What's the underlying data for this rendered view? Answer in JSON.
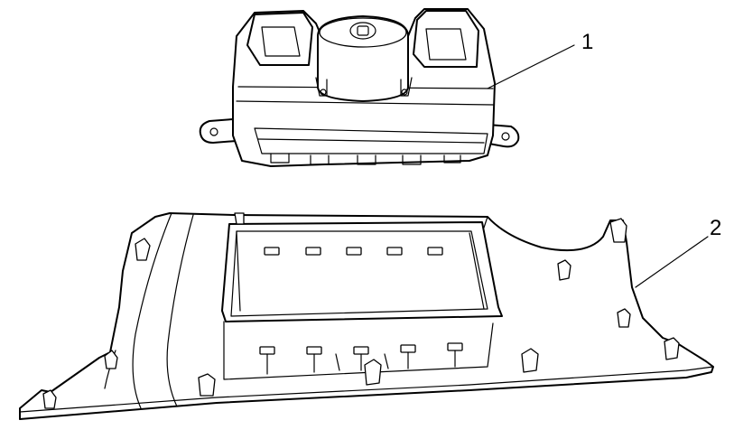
{
  "callouts": [
    {
      "label": "1",
      "part": "module"
    },
    {
      "label": "2",
      "part": "trim-panel"
    }
  ],
  "colors": {
    "line": "#000000",
    "background": "#ffffff"
  }
}
